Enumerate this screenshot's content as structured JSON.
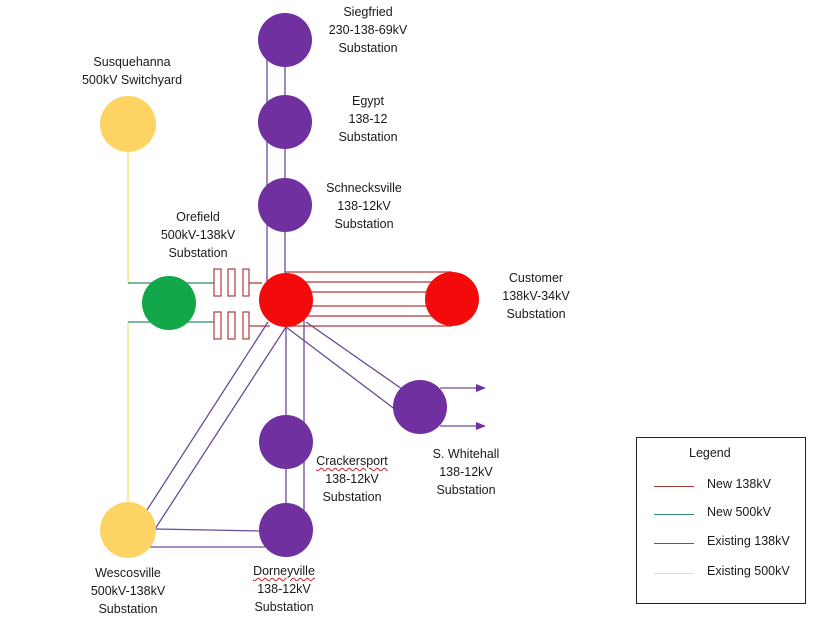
{
  "colors": {
    "new_138kv": "#b03a3a",
    "new_500kv": "#2f8a6a",
    "existing_138kv": "#6a4a9a",
    "existing_500kv": "#f2e27a",
    "node_500kv": "#fdd464",
    "node_switch": "#12a84a",
    "node_new": "#f40a0a",
    "node_existing": "#7030a0"
  },
  "nodes": {
    "siegfried": {
      "lines": [
        "Siegfried",
        "230-138-69kV",
        "Substation"
      ]
    },
    "egypt": {
      "lines": [
        "Egypt",
        "138-12",
        "Substation"
      ]
    },
    "schnecksville": {
      "lines": [
        "Schnecksville",
        "138-12kV",
        "Substation"
      ]
    },
    "susquehanna": {
      "lines": [
        "Susquehanna",
        "500kV Switchyard"
      ]
    },
    "orefield": {
      "lines": [
        "Orefield",
        "500kV-138kV",
        "Substation"
      ]
    },
    "customer": {
      "lines": [
        "Customer",
        "138kV-34kV",
        "Substation"
      ]
    },
    "crackersport": {
      "lines": [
        "Crackersport",
        "138-12kV",
        "Substation"
      ]
    },
    "swhitehall": {
      "lines": [
        "S. Whitehall",
        "138-12kV",
        "Substation"
      ]
    },
    "wescosville": {
      "lines": [
        "Wescosville",
        "500kV-138kV",
        "Substation"
      ]
    },
    "dorneyville": {
      "lines": [
        "Dorneyville",
        "138-12kV",
        "Substation"
      ]
    }
  },
  "legend": {
    "title": "Legend",
    "items": [
      {
        "label": "New 138kV",
        "color": "#b03a3a"
      },
      {
        "label": "New 500kV",
        "color": "#2f8a6a"
      },
      {
        "label": "Existing 138kV",
        "color": "#6a4a9a"
      },
      {
        "label": "Existing 500kV",
        "color": "#f2e27a"
      }
    ]
  }
}
